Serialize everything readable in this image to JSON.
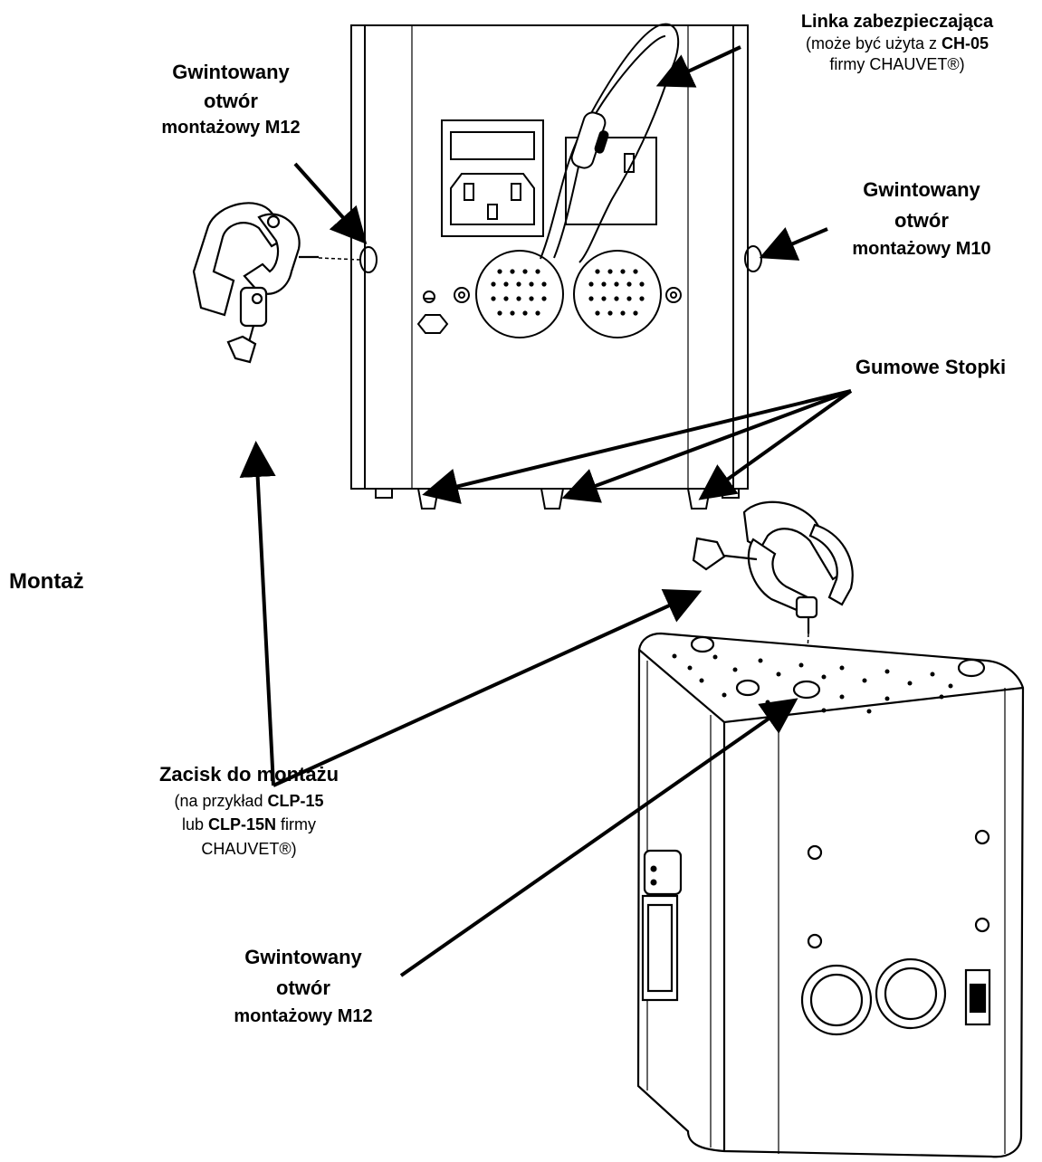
{
  "labels": {
    "safety_cable": {
      "title": "Linka zabezpieczająca",
      "line2_pre": "(może być użyta z ",
      "line2_bold": "CH-05",
      "line3": "firmy CHAUVET®)"
    },
    "hole_m12_top": {
      "l1": "Gwintowany",
      "l2": "otwór",
      "l3": "montażowy M12"
    },
    "hole_m10": {
      "l1": "Gwintowany",
      "l2": "otwór",
      "l3": "montażowy M10"
    },
    "rubber_feet": "Gumowe Stopki",
    "mounting": "Montaż",
    "clamp": {
      "title": "Zacisk do montażu",
      "l2_pre": "(na przykład ",
      "l2_bold": "CLP-15",
      "l3_pre": "lub ",
      "l3_bold": "CLP-15N",
      "l3_post": " firmy",
      "l4": "CHAUVET®)"
    },
    "hole_m12_bottom": {
      "l1": "Gwintowany",
      "l2": "otwór",
      "l3": "montażowy M12"
    }
  }
}
